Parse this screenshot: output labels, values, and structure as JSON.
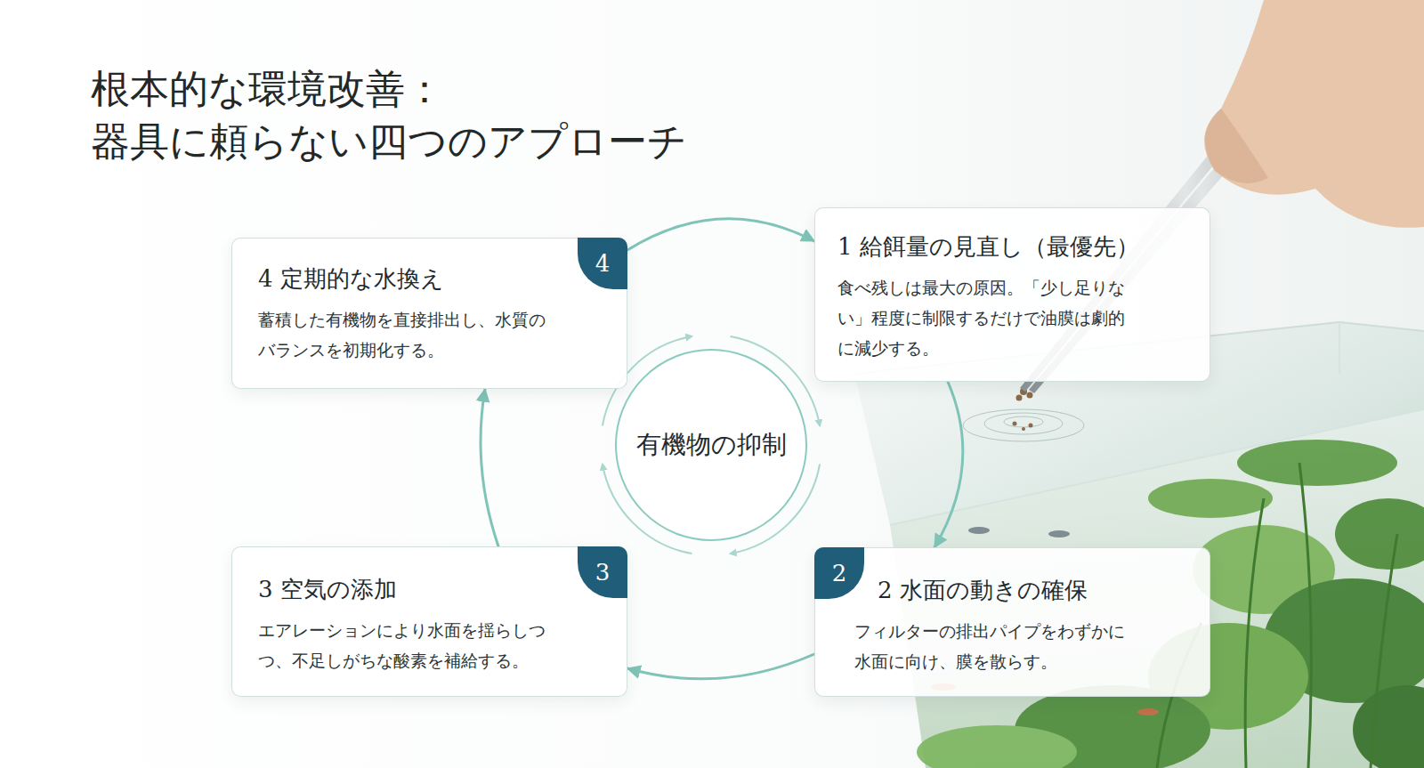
{
  "diagram": {
    "title": "根本的な環境改善： 器具に頼らない四つのアプローチ",
    "nodes": [
      {
        "text": [
          "1 給餌量の見直し（最優先）",
          "食べ残しは最大の原因。「少し足りな い」程度に制限するだけで油膜は劇的 に減少する。"
        ]
      },
      {
        "text": [
          "2 水面の動きの確保",
          "フィルターの排出パイプをわずかに 水面に向け、膜を散らす。"
        ]
      },
      {
        "text": [
          "3 空気の添加",
          "エアレーションにより水面を揺らしつ つ、不足しがちな酸素を補給する。"
        ]
      },
      {
        "text": [
          "4 定期的な水換え",
          "蓄積した有機物を直接排出し、水質の バランスを初期化する。"
        ]
      },
      {
        "text": [
          "有機物の抑制"
        ]
      }
    ],
    "edges": [
      {
        "from": 3,
        "to": 0,
        "arrow": "to"
      },
      {
        "from": 0,
        "to": 1,
        "arrow": "to"
      },
      {
        "from": 1,
        "to": 2,
        "arrow": "to"
      },
      {
        "from": 2,
        "to": 3,
        "arrow": "to"
      }
    ],
    "labels": [
      "4",
      "3",
      "2"
    ]
  }
}
